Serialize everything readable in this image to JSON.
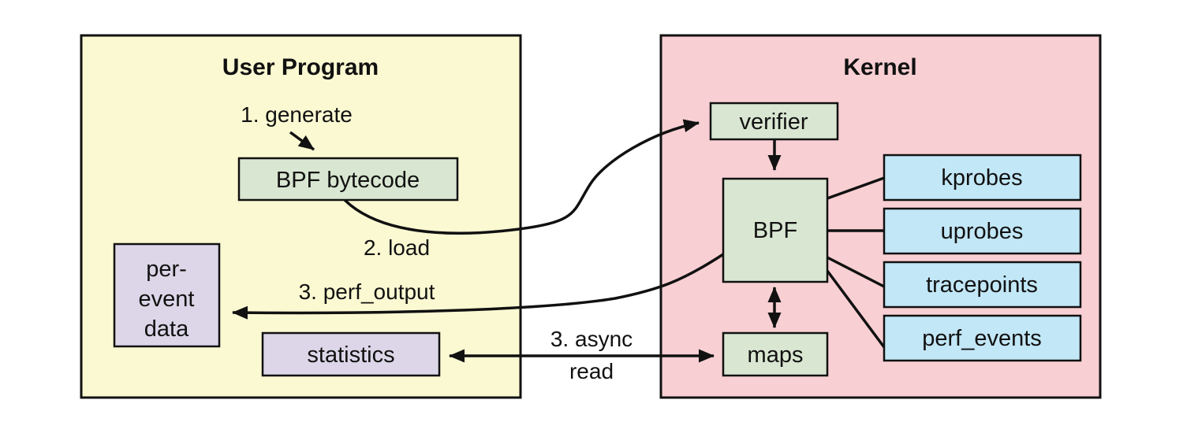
{
  "colors": {
    "background": "#ffffff",
    "user_program_fill": "#fbf9d2",
    "kernel_fill": "#f8cfd3",
    "green_fill": "#d9e7d2",
    "blue_fill": "#c2e7f7",
    "purple_fill": "#dcd6e8",
    "line": "#111111"
  },
  "user_program": {
    "title": "User Program",
    "bpf_bytecode": "BPF bytecode",
    "per_event_data": {
      "line1": "per-",
      "line2": "event",
      "line3": "data"
    },
    "statistics": "statistics"
  },
  "kernel": {
    "title": "Kernel",
    "verifier": "verifier",
    "bpf": "BPF",
    "maps": "maps",
    "event_sources": [
      "kprobes",
      "uprobes",
      "tracepoints",
      "perf_events"
    ]
  },
  "edges": {
    "generate": "1. generate",
    "load": "2. load",
    "perf_output": "3. perf_output",
    "async_read": {
      "line1": "3. async",
      "line2": "read"
    }
  }
}
